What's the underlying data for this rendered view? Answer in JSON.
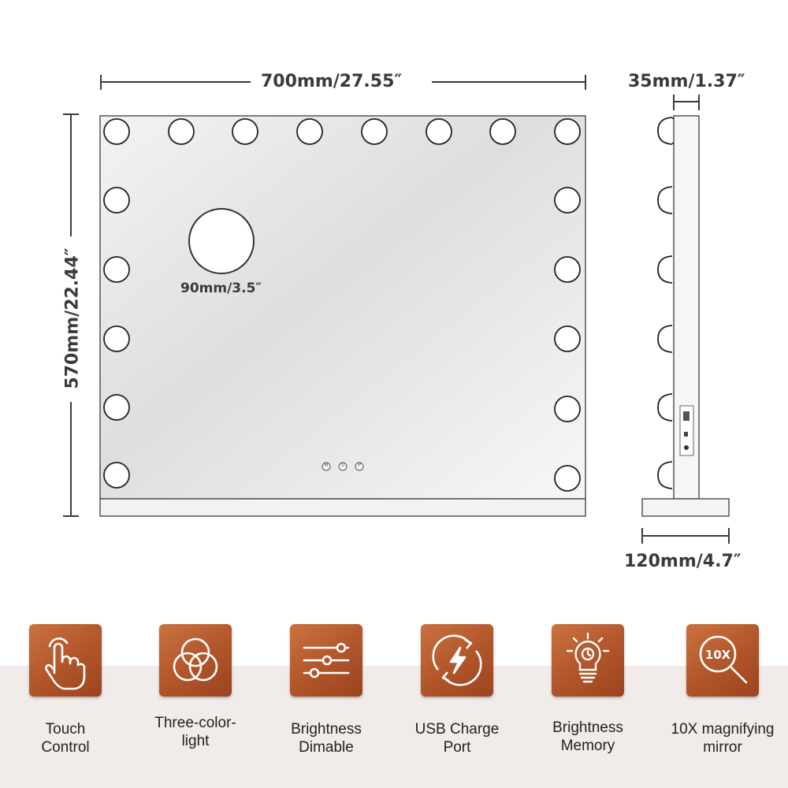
{
  "dimensions": {
    "width": "700mm/27.55″",
    "height": "570mm/22.44″",
    "depth": "35mm/1.37″",
    "base": "120mm/4.7″",
    "magnifier": "90mm/3.5″"
  },
  "controls": {
    "m": "M",
    "power": "⏻",
    "p": "P"
  },
  "features": [
    {
      "icon": "touch-icon",
      "label_line1": "Touch",
      "label_line2": "Control"
    },
    {
      "icon": "three-color-icon",
      "label_line1": "Three-color-",
      "label_line2": "light"
    },
    {
      "icon": "sliders-icon",
      "label_line1": "Brightness",
      "label_line2": "Dimable"
    },
    {
      "icon": "usb-charge-icon",
      "label_line1": "USB Charge",
      "label_line2": "Port"
    },
    {
      "icon": "memory-bulb-icon",
      "label_line1": "Brightness",
      "label_line2": "Memory"
    },
    {
      "icon": "magnifier-icon",
      "label_line1": "10X magnifying",
      "label_line2": "mirror",
      "badge": "10X"
    }
  ],
  "colors": {
    "tile": "#b35a2c",
    "band": "#f1ebe9",
    "text": "#333333"
  }
}
